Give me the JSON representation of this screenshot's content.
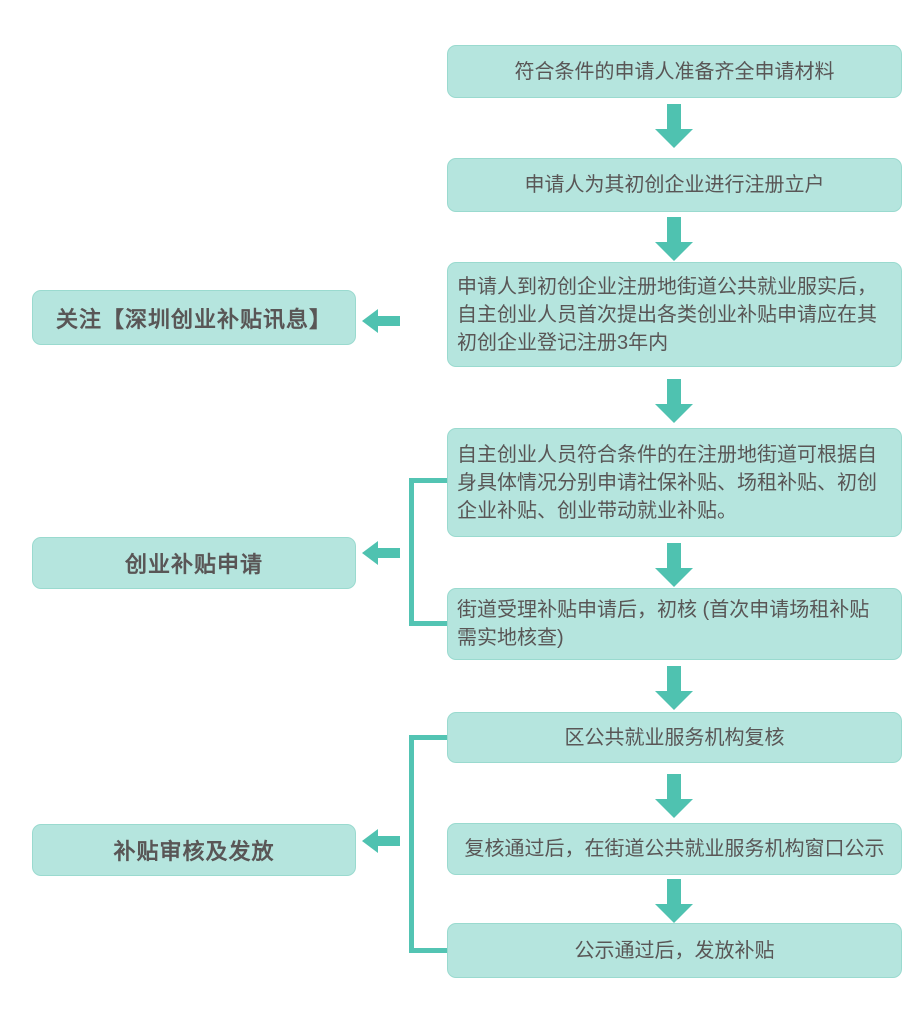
{
  "colors": {
    "box_fill": "#b5e5de",
    "box_border": "#9adacf",
    "arrow": "#4fc2b0",
    "connector": "#53c4b3",
    "text": "#595656"
  },
  "steps": [
    "符合条件的申请人准备齐全申请材料",
    "申请人为其初创企业进行注册立户",
    "申请人到初创企业注册地街道公共就业服实后，\n自主创业人员首次提出各类创业补贴申请应在其\n初创企业登记注册3年内",
    "自主创业人员符合条件的在注册地街道可根据自\n身具体情况分别申请社保补贴、场租补贴、初创\n企业补贴、创业带动就业补贴。",
    "街道受理补贴申请后，初核 (首次申请场租补贴\n需实地核查)",
    "区公共就业服务机构复核",
    "复核通过后，在街道公共就业服务机构窗口公示",
    "公示通过后，发放补贴"
  ],
  "stages": [
    "关注【深圳创业补贴讯息】",
    "创业补贴申请",
    "补贴审核及发放"
  ]
}
